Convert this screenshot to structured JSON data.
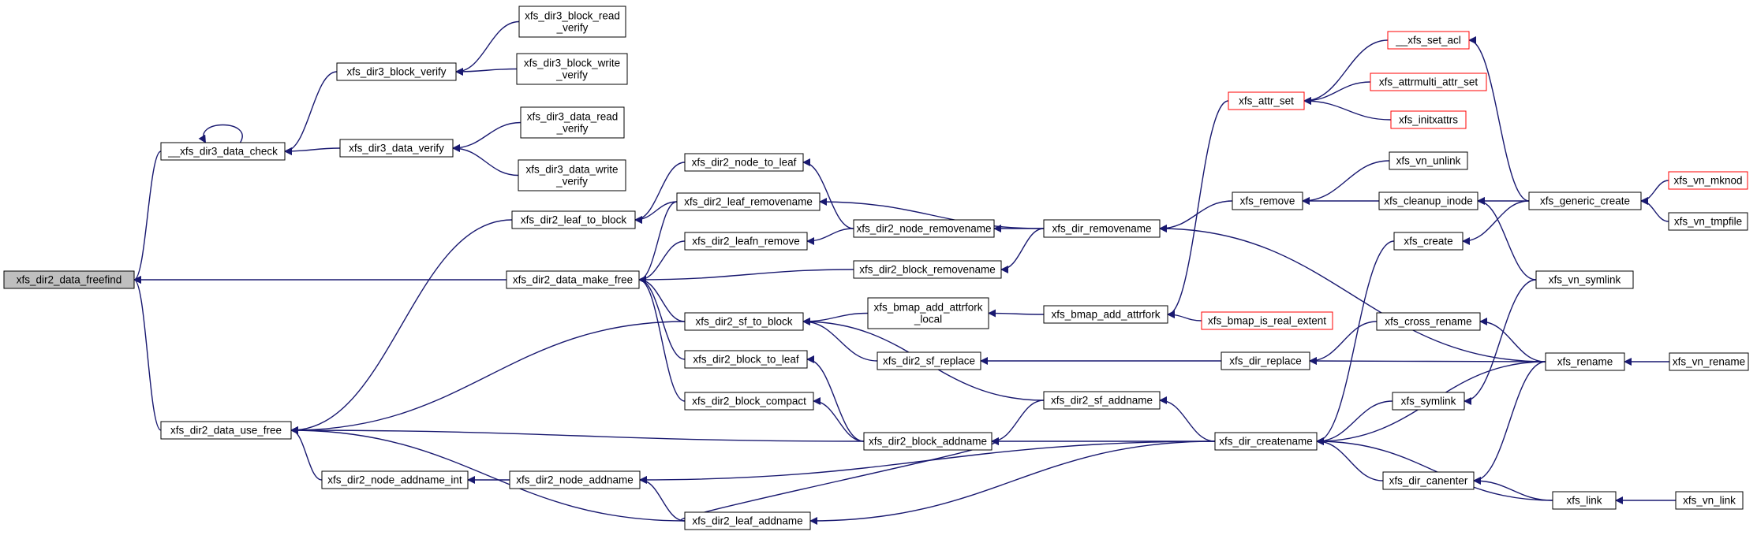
{
  "diagram": {
    "type": "call-graph",
    "colors": {
      "edge": "#191970",
      "node_border": "#000000",
      "truncated_node_border": "#ff0000",
      "focus_node_fill": "#bfbfbf",
      "background": "#ffffff"
    },
    "nodes": [
      {
        "id": "freefind",
        "lines": [
          "xfs_dir2_data_freefind"
        ],
        "focus": true
      },
      {
        "id": "data_check",
        "lines": [
          "__xfs_dir3_data_check"
        ]
      },
      {
        "id": "use_free",
        "lines": [
          "xfs_dir2_data_use_free"
        ]
      },
      {
        "id": "make_free",
        "lines": [
          "xfs_dir2_data_make_free"
        ]
      },
      {
        "id": "block_verify",
        "lines": [
          "xfs_dir3_block_verify"
        ]
      },
      {
        "id": "data_verify",
        "lines": [
          "xfs_dir3_data_verify"
        ]
      },
      {
        "id": "block_read_verify",
        "lines": [
          "xfs_dir3_block_read",
          "_verify"
        ]
      },
      {
        "id": "block_write_verify",
        "lines": [
          "xfs_dir3_block_write",
          "_verify"
        ]
      },
      {
        "id": "data_read_verify",
        "lines": [
          "xfs_dir3_data_read",
          "_verify"
        ]
      },
      {
        "id": "data_write_verify",
        "lines": [
          "xfs_dir3_data_write",
          "_verify"
        ]
      },
      {
        "id": "leaf_to_block",
        "lines": [
          "xfs_dir2_leaf_to_block"
        ]
      },
      {
        "id": "node_to_leaf",
        "lines": [
          "xfs_dir2_node_to_leaf"
        ]
      },
      {
        "id": "leaf_removename",
        "lines": [
          "xfs_dir2_leaf_removename"
        ]
      },
      {
        "id": "leafn_remove",
        "lines": [
          "xfs_dir2_leafn_remove"
        ]
      },
      {
        "id": "node_removename",
        "lines": [
          "xfs_dir2_node_removename"
        ]
      },
      {
        "id": "block_removename",
        "lines": [
          "xfs_dir2_block_removename"
        ]
      },
      {
        "id": "dir_removename",
        "lines": [
          "xfs_dir_removename"
        ]
      },
      {
        "id": "sf_to_block",
        "lines": [
          "xfs_dir2_sf_to_block"
        ]
      },
      {
        "id": "block_to_leaf",
        "lines": [
          "xfs_dir2_block_to_leaf"
        ]
      },
      {
        "id": "block_compact",
        "lines": [
          "xfs_dir2_block_compact"
        ]
      },
      {
        "id": "node_addname_int",
        "lines": [
          "xfs_dir2_node_addname_int"
        ]
      },
      {
        "id": "node_addname",
        "lines": [
          "xfs_dir2_node_addname"
        ]
      },
      {
        "id": "leaf_addname",
        "lines": [
          "xfs_dir2_leaf_addname"
        ]
      },
      {
        "id": "bmap_attrfork_local",
        "lines": [
          "xfs_bmap_add_attrfork",
          "_local"
        ]
      },
      {
        "id": "sf_replace",
        "lines": [
          "xfs_dir2_sf_replace"
        ]
      },
      {
        "id": "sf_addname",
        "lines": [
          "xfs_dir2_sf_addname"
        ]
      },
      {
        "id": "block_addname",
        "lines": [
          "xfs_dir2_block_addname"
        ]
      },
      {
        "id": "bmap_add_attrfork",
        "lines": [
          "xfs_bmap_add_attrfork"
        ]
      },
      {
        "id": "attr_set",
        "lines": [
          "xfs_attr_set"
        ],
        "truncated": true
      },
      {
        "id": "remove",
        "lines": [
          "xfs_remove"
        ]
      },
      {
        "id": "bmap_is_real_extent",
        "lines": [
          "xfs_bmap_is_real_extent"
        ],
        "truncated": true
      },
      {
        "id": "dir_replace",
        "lines": [
          "xfs_dir_replace"
        ]
      },
      {
        "id": "dir_createname",
        "lines": [
          "xfs_dir_createname"
        ]
      },
      {
        "id": "set_acl",
        "lines": [
          "__xfs_set_acl"
        ],
        "truncated": true
      },
      {
        "id": "attrmulti_attr_set",
        "lines": [
          "xfs_attrmulti_attr_set"
        ],
        "truncated": true
      },
      {
        "id": "initxattrs",
        "lines": [
          "xfs_initxattrs"
        ],
        "truncated": true
      },
      {
        "id": "vn_unlink",
        "lines": [
          "xfs_vn_unlink"
        ]
      },
      {
        "id": "cleanup_inode",
        "lines": [
          "xfs_cleanup_inode"
        ]
      },
      {
        "id": "create",
        "lines": [
          "xfs_create"
        ]
      },
      {
        "id": "cross_rename",
        "lines": [
          "xfs_cross_rename"
        ]
      },
      {
        "id": "symlink",
        "lines": [
          "xfs_symlink"
        ]
      },
      {
        "id": "dir_canenter",
        "lines": [
          "xfs_dir_canenter"
        ]
      },
      {
        "id": "generic_create",
        "lines": [
          "xfs_generic_create"
        ]
      },
      {
        "id": "vn_symlink",
        "lines": [
          "xfs_vn_symlink"
        ]
      },
      {
        "id": "rename",
        "lines": [
          "xfs_rename"
        ]
      },
      {
        "id": "link",
        "lines": [
          "xfs_link"
        ]
      },
      {
        "id": "vn_mknod",
        "lines": [
          "xfs_vn_mknod"
        ],
        "truncated": true
      },
      {
        "id": "vn_tmpfile",
        "lines": [
          "xfs_vn_tmpfile"
        ]
      },
      {
        "id": "vn_rename",
        "lines": [
          "xfs_vn_rename"
        ]
      },
      {
        "id": "vn_link",
        "lines": [
          "xfs_vn_link"
        ]
      }
    ],
    "edges": [
      [
        "data_check",
        "freefind"
      ],
      [
        "use_free",
        "freefind"
      ],
      [
        "make_free",
        "freefind"
      ],
      [
        "data_check",
        "data_check"
      ],
      [
        "block_verify",
        "data_check"
      ],
      [
        "data_verify",
        "data_check"
      ],
      [
        "block_read_verify",
        "block_verify"
      ],
      [
        "block_write_verify",
        "block_verify"
      ],
      [
        "data_read_verify",
        "data_verify"
      ],
      [
        "data_write_verify",
        "data_verify"
      ],
      [
        "leaf_to_block",
        "use_free"
      ],
      [
        "sf_to_block",
        "use_free"
      ],
      [
        "block_addname",
        "use_free"
      ],
      [
        "node_addname_int",
        "use_free"
      ],
      [
        "leaf_addname",
        "use_free"
      ],
      [
        "leaf_removename",
        "make_free"
      ],
      [
        "leafn_remove",
        "make_free"
      ],
      [
        "block_removename",
        "make_free"
      ],
      [
        "sf_to_block",
        "make_free"
      ],
      [
        "block_to_leaf",
        "make_free"
      ],
      [
        "block_compact",
        "make_free"
      ],
      [
        "node_to_leaf",
        "leaf_to_block"
      ],
      [
        "leaf_removename",
        "leaf_to_block"
      ],
      [
        "node_removename",
        "node_to_leaf"
      ],
      [
        "dir_removename",
        "leaf_removename"
      ],
      [
        "node_removename",
        "leafn_remove"
      ],
      [
        "dir_removename",
        "node_removename"
      ],
      [
        "dir_removename",
        "block_removename"
      ],
      [
        "remove",
        "dir_removename"
      ],
      [
        "rename",
        "dir_removename"
      ],
      [
        "bmap_attrfork_local",
        "sf_to_block"
      ],
      [
        "sf_replace",
        "sf_to_block"
      ],
      [
        "sf_addname",
        "sf_to_block"
      ],
      [
        "block_addname",
        "block_to_leaf"
      ],
      [
        "block_addname",
        "block_compact"
      ],
      [
        "node_addname",
        "node_addname_int"
      ],
      [
        "leaf_addname",
        "node_addname"
      ],
      [
        "dir_createname",
        "node_addname"
      ],
      [
        "dir_createname",
        "leaf_addname"
      ],
      [
        "leaf_addname",
        "block_addname"
      ],
      [
        "sf_addname",
        "block_addname"
      ],
      [
        "dir_createname",
        "block_addname"
      ],
      [
        "dir_createname",
        "sf_addname"
      ],
      [
        "bmap_add_attrfork",
        "bmap_attrfork_local"
      ],
      [
        "dir_replace",
        "sf_replace"
      ],
      [
        "attr_set",
        "bmap_add_attrfork"
      ],
      [
        "bmap_is_real_extent",
        "bmap_add_attrfork"
      ],
      [
        "set_acl",
        "attr_set"
      ],
      [
        "attrmulti_attr_set",
        "attr_set"
      ],
      [
        "initxattrs",
        "attr_set"
      ],
      [
        "vn_unlink",
        "remove"
      ],
      [
        "cleanup_inode",
        "remove"
      ],
      [
        "cross_rename",
        "dir_replace"
      ],
      [
        "rename",
        "dir_replace"
      ],
      [
        "create",
        "dir_createname"
      ],
      [
        "symlink",
        "dir_createname"
      ],
      [
        "dir_canenter",
        "dir_createname"
      ],
      [
        "rename",
        "dir_createname"
      ],
      [
        "link",
        "dir_createname"
      ],
      [
        "generic_create",
        "set_acl"
      ],
      [
        "generic_create",
        "cleanup_inode"
      ],
      [
        "vn_symlink",
        "cleanup_inode"
      ],
      [
        "generic_create",
        "create"
      ],
      [
        "rename",
        "cross_rename"
      ],
      [
        "vn_symlink",
        "symlink"
      ],
      [
        "rename",
        "dir_canenter"
      ],
      [
        "link",
        "dir_canenter"
      ],
      [
        "vn_mknod",
        "generic_create"
      ],
      [
        "vn_tmpfile",
        "generic_create"
      ],
      [
        "vn_rename",
        "rename"
      ],
      [
        "vn_link",
        "link"
      ]
    ]
  }
}
